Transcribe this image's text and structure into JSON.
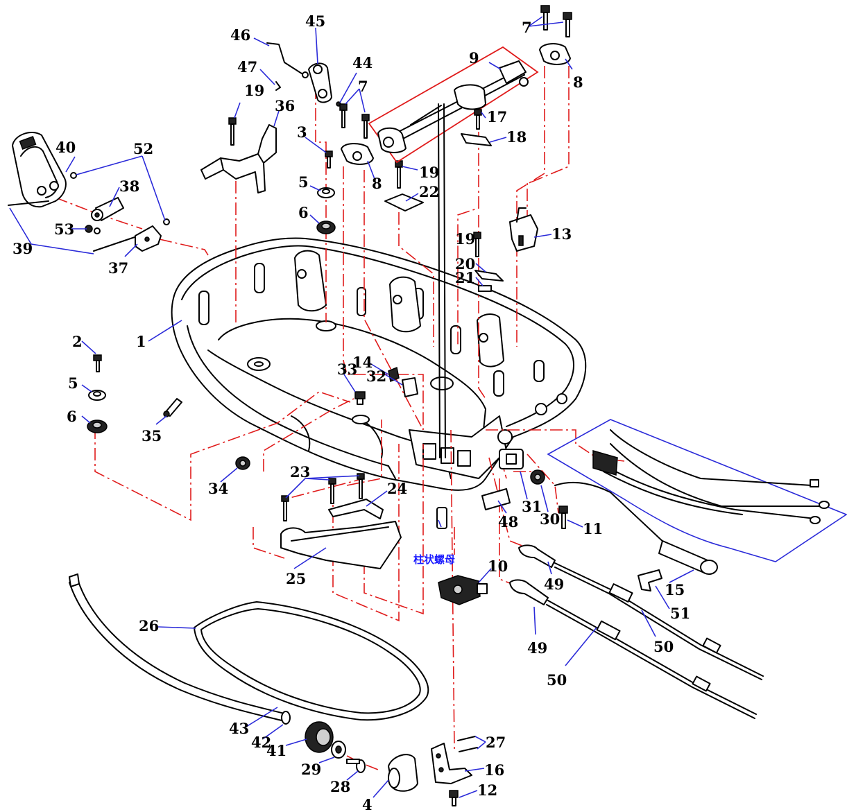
{
  "diagram": {
    "part_numbers": [
      "1",
      "2",
      "3",
      "4",
      "5",
      "5",
      "6",
      "6",
      "7",
      "7",
      "7",
      "8",
      "8",
      "9",
      "10",
      "11",
      "12",
      "13",
      "14",
      "15",
      "16",
      "17",
      "18",
      "19",
      "19",
      "19",
      "19",
      "20",
      "21",
      "22",
      "23",
      "24",
      "25",
      "26",
      "27",
      "28",
      "29",
      "30",
      "31",
      "32",
      "33",
      "34",
      "35",
      "36",
      "37",
      "38",
      "39",
      "40",
      "41",
      "42",
      "43",
      "44",
      "45",
      "46",
      "47",
      "48",
      "49",
      "49",
      "50",
      "50",
      "51",
      "52",
      "53"
    ],
    "chinese_note": "柱状螺母",
    "colors": {
      "outline": "#000000",
      "assembly_line": "#e01b1b",
      "callout_line": "#2b2bd9",
      "note_text": "#1a1aff",
      "background": "#ffffff"
    }
  }
}
